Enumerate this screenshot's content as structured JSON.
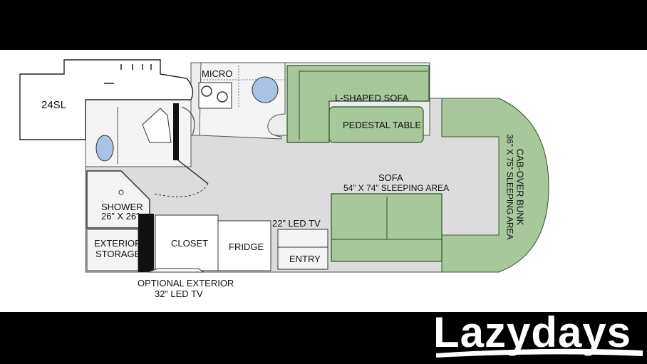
{
  "model_label": "24SL",
  "rooms": {
    "micro": "MICRO",
    "l_shaped_sofa": "L-SHAPED SOFA",
    "pedestal_table": "PEDESTAL TABLE",
    "sofa_title": "SOFA",
    "sofa_detail": "54” X 74” SLEEPING AREA",
    "cab_over_line1": "CAB-OVER BUNK",
    "cab_over_line2": "36” X 75” SLEEPING AREA",
    "shower_line1": "SHOWER",
    "shower_line2": "26” X 26”",
    "exterior_storage_line1": "EXTERIOR",
    "exterior_storage_line2": "STORAGE",
    "closet": "CLOSET",
    "fridge": "FRIDGE",
    "led_tv": "22” LED TV",
    "entry": "ENTRY",
    "optional_tv_line1": "OPTIONAL EXTERIOR",
    "optional_tv_line2": "32” LED TV"
  },
  "brand": {
    "logo_text": "Lazydays"
  },
  "colors": {
    "background_band": "#ffffff",
    "outer": "#000000",
    "floor": "#d9d9d9",
    "sofa_green": "#a8c79a",
    "fixture_blue": "#a9c3e6",
    "wall": "#111111"
  }
}
